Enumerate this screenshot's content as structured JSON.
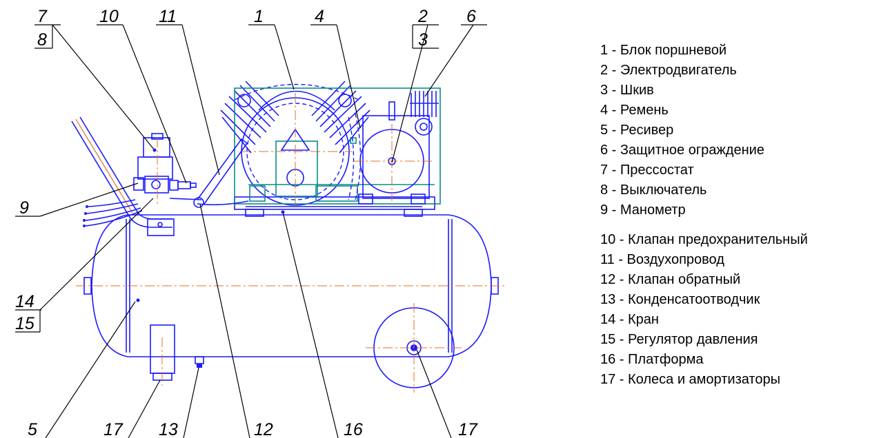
{
  "callouts": {
    "c7": "7",
    "c8": "8",
    "c10": "10",
    "c11": "11",
    "c1": "1",
    "c4": "4",
    "c2": "2",
    "c3": "3",
    "c6": "6",
    "c9": "9",
    "c14": "14",
    "c15": "15",
    "c5": "5",
    "c17a": "17",
    "c13": "13",
    "c12": "12",
    "c16": "16",
    "c17b": "17"
  },
  "legend": [
    "1 - Блок поршневой",
    "2 - Электродвигатель",
    "3 - Шкив",
    "4 - Ремень",
    "5 - Ресивер",
    "6 - Защитное ограждение",
    "7 - Прессостат",
    "8 - Выключатель",
    "9 - Манометр",
    "10 - Клапан предохранительный",
    "11 - Воздухопровод",
    "12 - Клапан обратный",
    "13 - Конденсатоотводчик",
    "14 - Кран",
    "15 - Регулятор давления",
    "16 - Платформа",
    "17 - Колеса и амортизаторы"
  ],
  "colors": {
    "outline": "#1a1aff",
    "guard": "#0b8a8a",
    "centerline": "#e07020",
    "leader": "#000000"
  }
}
